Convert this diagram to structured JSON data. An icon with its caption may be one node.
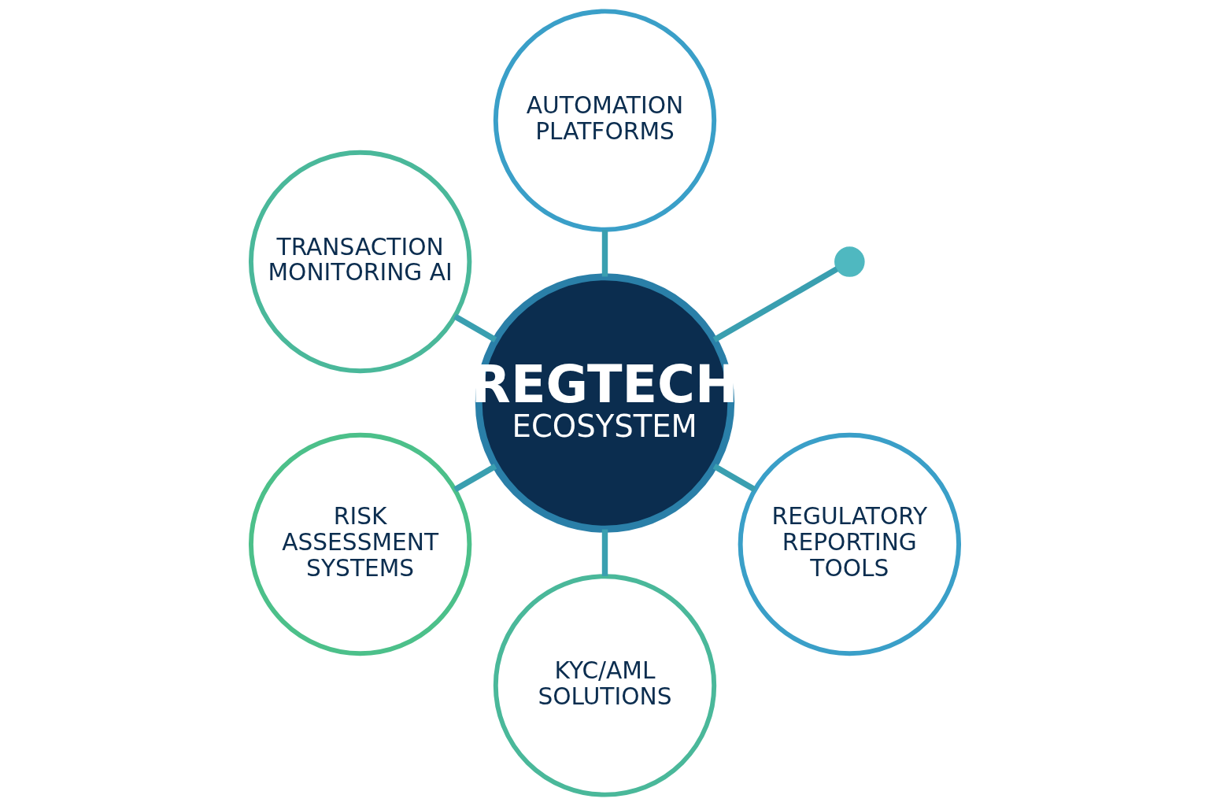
{
  "diagram": {
    "nodes": [
      {
        "text": [
          "REGTECH",
          "ECOSYSTEM"
        ]
      },
      {
        "text": [],
        "shape": "circle"
      },
      {
        "text": [
          "AUTOMATION PLATFORMS"
        ]
      },
      {
        "text": [
          "TRANSACTION MONITORING AI"
        ]
      },
      {
        "text": [
          "RISK ASSESSMENT SYSTEMS"
        ]
      },
      {
        "text": [
          "KYC/AML SOLUTIONS"
        ]
      },
      {
        "text": [
          "REGULATORY REPORTING TOOLS"
        ]
      }
    ],
    "edges": [
      {
        "from": 0,
        "to": 1,
        "arrow": "none"
      },
      {
        "from": 0,
        "to": 2,
        "arrow": "none"
      },
      {
        "from": 0,
        "to": 3,
        "arrow": "none"
      },
      {
        "from": 0,
        "to": 4,
        "arrow": "none"
      },
      {
        "from": 0,
        "to": 5,
        "arrow": "none"
      },
      {
        "from": 0,
        "to": 6,
        "arrow": "none"
      }
    ]
  }
}
